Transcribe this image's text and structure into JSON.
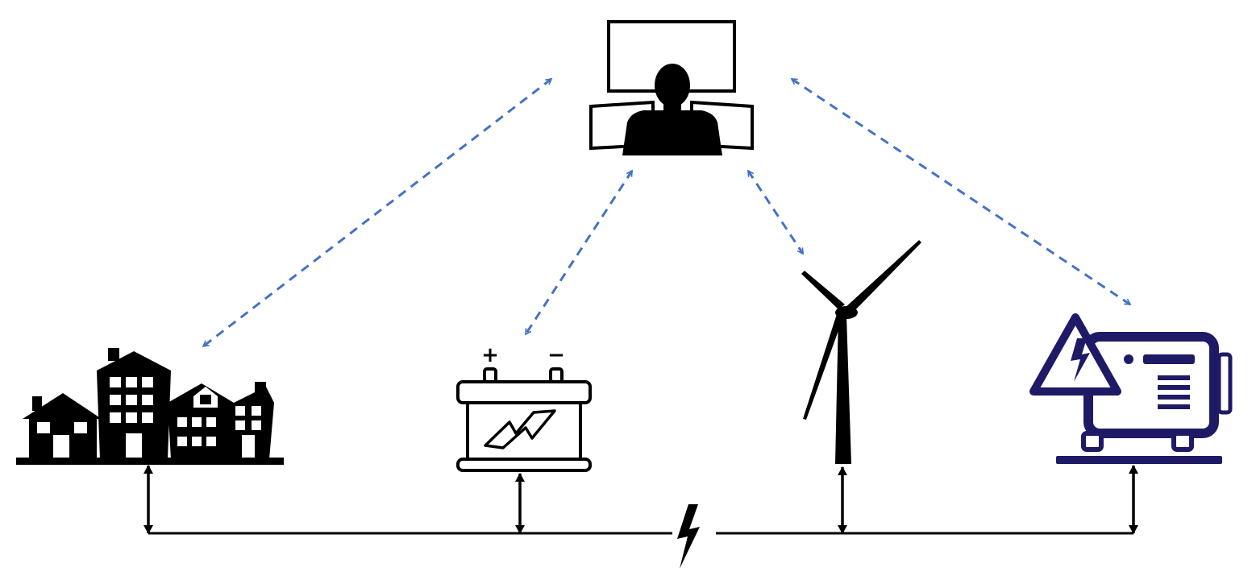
{
  "diagram": {
    "nodes": [
      {
        "id": "operator",
        "icon": "operator-workstation-icon"
      },
      {
        "id": "buildings",
        "icon": "buildings-icon"
      },
      {
        "id": "battery",
        "icon": "battery-icon",
        "labels": {
          "positive": "+",
          "negative": "−"
        }
      },
      {
        "id": "wind",
        "icon": "wind-turbine-icon"
      },
      {
        "id": "generator",
        "icon": "generator-icon"
      }
    ],
    "grid_bus": {
      "icon": "lightning-bolt-icon"
    },
    "colors": {
      "communication": "#4472C4",
      "power": "#000000",
      "generator": "#1f1a66"
    },
    "links": {
      "communication_style": "dashed-bidirectional",
      "power_style": "solid-bidirectional"
    }
  }
}
